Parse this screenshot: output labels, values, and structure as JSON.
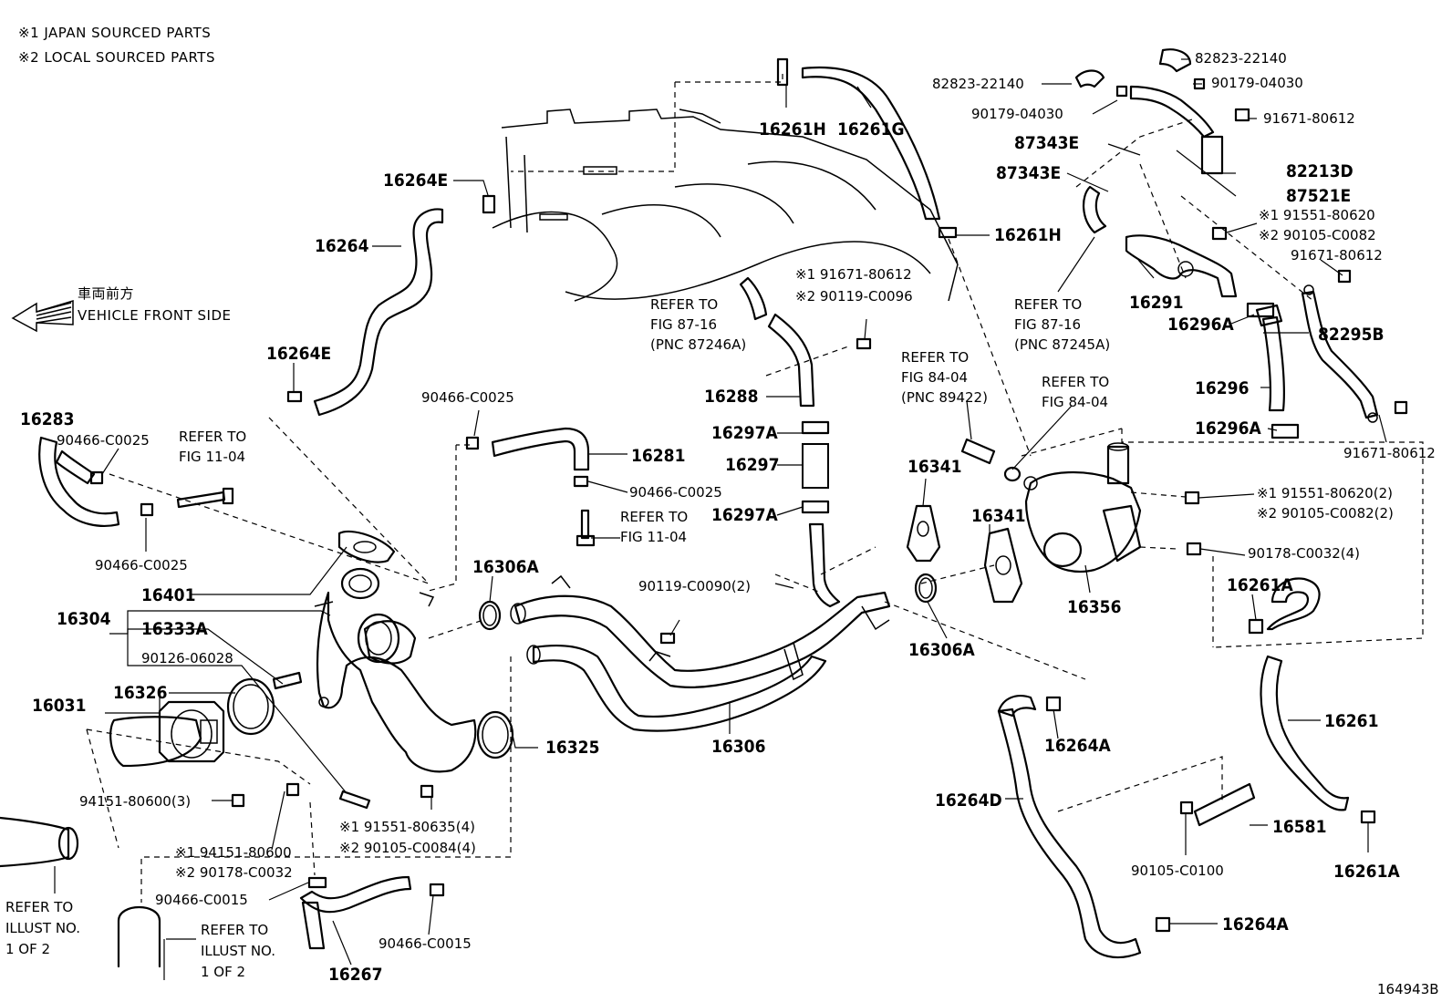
{
  "notes": {
    "japan": "※1 JAPAN SOURCED PARTS",
    "local": "※2 LOCAL SOURCED PARTS"
  },
  "front": {
    "jp": "車両前方",
    "en": "VEHICLE FRONT SIDE"
  },
  "drawing_number": "164943B",
  "labels": {
    "p16261H_a": "16261H",
    "p16261G": "16261G",
    "p16261H_b": "16261H",
    "p16264E_a": "16264E",
    "p16264": "16264",
    "p16264E_b": "16264E",
    "p16283": "16283",
    "c90466_a": "90466-C0025",
    "c90466_b": "90466-C0025",
    "c90466_c": "90466-C0025",
    "c90466_d": "90466-C0025",
    "ref_1104_a1": "REFER TO",
    "ref_1104_a2": "FIG 11-04",
    "ref_1104_b1": "REFER TO",
    "ref_1104_b2": "FIG 11-04",
    "p16281": "16281",
    "ref_8716_a1": "REFER TO",
    "ref_8716_a2": "FIG 87-16",
    "ref_8716_a3": "(PNC 87246A)",
    "n91671_80612_1": "※1 91671-80612",
    "n90119_C0096_2": "※2 90119-C0096",
    "p16288": "16288",
    "p16297A_a": "16297A",
    "p16297": "16297",
    "p16297A_b": "16297A",
    "p16306A_a": "16306A",
    "p16306A_b": "16306A",
    "c90119_C0090": "90119-C0090(2)",
    "p16306": "16306",
    "p16325": "16325",
    "p16401": "16401",
    "p16304": "16304",
    "p16333A": "16333A",
    "c90126": "90126-06028",
    "p16031": "16031",
    "p16326": "16326",
    "c94151_80600_3": "94151-80600(3)",
    "n94151_80600_1": "※1 94151-80600",
    "n90178_C0032_2": "※2 90178-C0032",
    "n91551_80635_1": "※1 91551-80635(4)",
    "n90105_C0084_2": "※2 90105-C0084(4)",
    "c90466_C0015_a": "90466-C0015",
    "c90466_C0015_b": "90466-C0015",
    "p16267": "16267",
    "ref_illus_a1": "REFER TO",
    "ref_illus_a2": "ILLUST NO.",
    "ref_illus_a3": "1 OF 2",
    "ref_illus_b1": "REFER TO",
    "ref_illus_b2": "ILLUST NO.",
    "ref_illus_b3": "1 OF 2",
    "c82823_a": "82823-22140",
    "c82823_b": "82823-22140",
    "c90179_a": "90179-04030",
    "c90179_b": "90179-04030",
    "c91671_80612_a": "91671-80612",
    "p87343E_a": "87343E",
    "p87343E_b": "87343E",
    "p82213D": "82213D",
    "p87521E": "87521E",
    "n91551_80620_1": "※1 91551-80620",
    "n90105_C0082_2": "※2 90105-C0082",
    "c91671_80612_b": "91671-80612",
    "c91671_80612_c": "91671-80612",
    "ref_8716_b1": "REFER TO",
    "ref_8716_b2": "FIG 87-16",
    "ref_8716_b3": "(PNC 87245A)",
    "p16291": "16291",
    "p16296A_a": "16296A",
    "p82295B": "82295B",
    "p16296": "16296",
    "p16296A_b": "16296A",
    "ref_8404_a1": "REFER TO",
    "ref_8404_a2": "FIG 84-04",
    "ref_8404_a3": "(PNC 89422)",
    "ref_8404_b1": "REFER TO",
    "ref_8404_b2": "FIG 84-04",
    "p16341_a": "16341",
    "p16341_b": "16341",
    "n91551_80620_1b": "※1 91551-80620(2)",
    "n90105_C0082_2b": "※2 90105-C0082(2)",
    "c90178_C0032_4": "90178-C0032(4)",
    "p16356": "16356",
    "p16261A_a": "16261A",
    "p16261": "16261",
    "p16264A_a": "16264A",
    "p16264D": "16264D",
    "p16581": "16581",
    "c90105_C0100": "90105-C0100",
    "p16261A_b": "16261A",
    "p16264A_b": "16264A"
  }
}
